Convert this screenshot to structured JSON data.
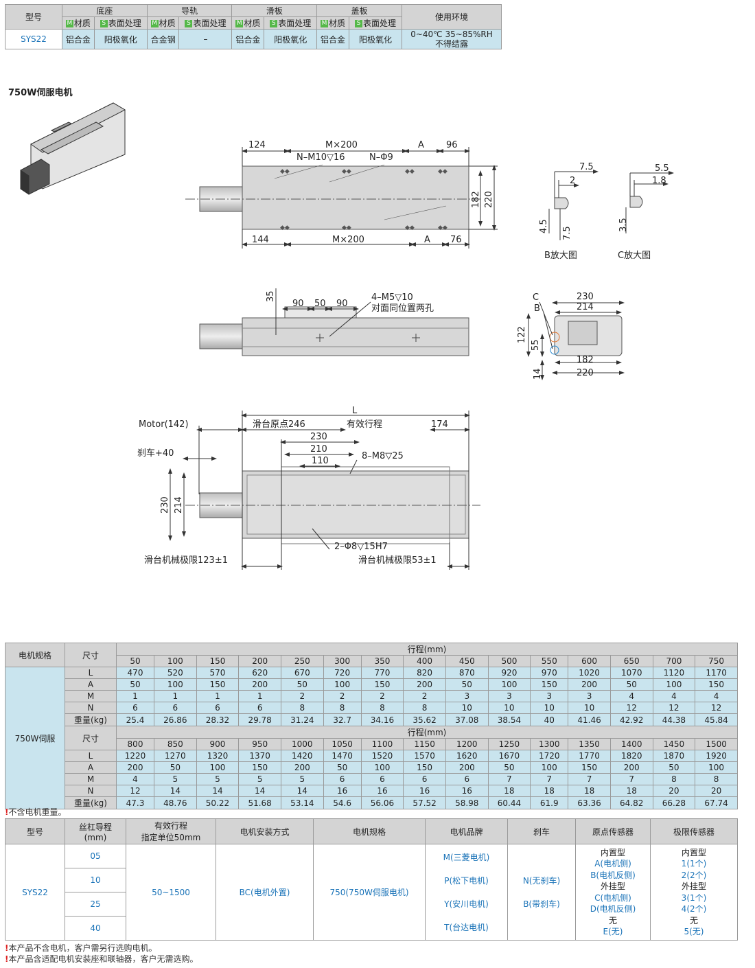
{
  "spec_table": {
    "header_model": "型号",
    "groups": [
      "底座",
      "导轨",
      "滑板",
      "盖板"
    ],
    "env_header": "使用环境",
    "sub": [
      "材质",
      "表面处理",
      "材质",
      "表面处理",
      "材质",
      "表面处理",
      "材质",
      "表面处理"
    ],
    "m_tag": "M",
    "s_tag": "S",
    "model": "SYS22",
    "values": [
      "铝合金",
      "阳极氧化",
      "合金钢",
      "–",
      "铝合金",
      "阳极氧化",
      "铝合金",
      "阳极氧化"
    ],
    "env_line1": "0~40℃ 35~85%RH",
    "env_line2": "不得结露"
  },
  "section_title": "750W伺服电机",
  "drawing": {
    "top_view": {
      "d124": "124",
      "mx200_top": "M×200",
      "a_top": "A",
      "d96": "96",
      "n_m10": "N–M10▽16",
      "n_phi9": "N–Φ9",
      "d182": "182",
      "d220": "220",
      "d144": "144",
      "mx200_bot": "M×200",
      "a_bot": "A",
      "d76": "76"
    },
    "detail_b": {
      "d7_5": "7.5",
      "d2": "2",
      "d4_5": "4.5",
      "d7_5b": "7.5",
      "label": "B放大图"
    },
    "detail_c": {
      "d5_5": "5.5",
      "d1_8": "1.8",
      "d3_5": "3.5",
      "label": "C放大图"
    },
    "side_view": {
      "d35": "35",
      "d90a": "90",
      "d50": "50",
      "d90b": "90",
      "m5": "4–M5▽10",
      "note": "对面同位置两孔"
    },
    "end_view": {
      "c": "C",
      "b": "B",
      "d230": "230",
      "d214": "214",
      "d122": "122",
      "d55": "55",
      "d14": "14",
      "d182": "182",
      "d220": "220"
    },
    "front_view": {
      "L": "L",
      "motor": "Motor(142)",
      "origin": "滑台原点246",
      "stroke": "有效行程",
      "d174": "174",
      "d230": "230",
      "d210": "210",
      "d110": "110",
      "m8": "8–M8▽25",
      "brake": "刹车+40",
      "h230": "230",
      "h214": "214",
      "phi8": "2–Φ8▽15H7",
      "limit_left": "滑台机械极限123±1",
      "limit_right": "滑台机械极限53±1"
    }
  },
  "dims_table": {
    "motor_header": "电机规格",
    "size_header": "尺寸",
    "stroke_header": "行程(mm)",
    "motor": "750W伺服",
    "rows": [
      "L",
      "A",
      "M",
      "N",
      "重量(kg)"
    ],
    "block1": {
      "strokes": [
        "50",
        "100",
        "150",
        "200",
        "250",
        "300",
        "350",
        "400",
        "450",
        "500",
        "550",
        "600",
        "650",
        "700",
        "750"
      ],
      "L": [
        "470",
        "520",
        "570",
        "620",
        "670",
        "720",
        "770",
        "820",
        "870",
        "920",
        "970",
        "1020",
        "1070",
        "1120",
        "1170"
      ],
      "A": [
        "50",
        "100",
        "150",
        "200",
        "50",
        "100",
        "150",
        "200",
        "50",
        "100",
        "150",
        "200",
        "50",
        "100",
        "150"
      ],
      "M": [
        "1",
        "1",
        "1",
        "1",
        "2",
        "2",
        "2",
        "2",
        "3",
        "3",
        "3",
        "3",
        "4",
        "4",
        "4"
      ],
      "N": [
        "6",
        "6",
        "6",
        "6",
        "8",
        "8",
        "8",
        "8",
        "10",
        "10",
        "10",
        "10",
        "12",
        "12",
        "12"
      ],
      "W": [
        "25.4",
        "26.86",
        "28.32",
        "29.78",
        "31.24",
        "32.7",
        "34.16",
        "35.62",
        "37.08",
        "38.54",
        "40",
        "41.46",
        "42.92",
        "44.38",
        "45.84"
      ]
    },
    "block2": {
      "strokes": [
        "800",
        "850",
        "900",
        "950",
        "1000",
        "1050",
        "1100",
        "1150",
        "1200",
        "1250",
        "1300",
        "1350",
        "1400",
        "1450",
        "1500"
      ],
      "L": [
        "1220",
        "1270",
        "1320",
        "1370",
        "1420",
        "1470",
        "1520",
        "1570",
        "1620",
        "1670",
        "1720",
        "1770",
        "1820",
        "1870",
        "1920"
      ],
      "A": [
        "200",
        "50",
        "100",
        "150",
        "200",
        "50",
        "100",
        "150",
        "200",
        "50",
        "100",
        "150",
        "200",
        "50",
        "100"
      ],
      "M": [
        "4",
        "5",
        "5",
        "5",
        "5",
        "6",
        "6",
        "6",
        "6",
        "7",
        "7",
        "7",
        "7",
        "8",
        "8"
      ],
      "N": [
        "12",
        "14",
        "14",
        "14",
        "14",
        "16",
        "16",
        "16",
        "16",
        "18",
        "18",
        "18",
        "18",
        "20",
        "20"
      ],
      "W": [
        "47.3",
        "48.76",
        "50.22",
        "51.68",
        "53.14",
        "54.6",
        "56.06",
        "57.52",
        "58.98",
        "60.44",
        "61.9",
        "63.36",
        "64.82",
        "66.28",
        "67.74"
      ]
    },
    "note": "不含电机重量。"
  },
  "order_table": {
    "headers": [
      "型号",
      "丝杠导程\n(mm)",
      "有效行程\n指定单位50mm",
      "电机安装方式",
      "电机规格",
      "电机品牌",
      "刹车",
      "原点传感器",
      "极限传感器"
    ],
    "model": "SYS22",
    "leads": [
      "05",
      "10",
      "25",
      "40"
    ],
    "stroke": "50~1500",
    "mount_code": "BC",
    "mount_text": "(电机外置)",
    "spec_code": "750",
    "spec_text": "(750W伺服电机)",
    "brands": [
      [
        "M",
        "(三菱电机)"
      ],
      [
        "P",
        "(松下电机)"
      ],
      [
        "Y",
        "(安川电机)"
      ],
      [
        "T",
        "(台达电机)"
      ]
    ],
    "brakes": [
      [
        "N",
        "(无刹车)"
      ],
      [
        "B",
        "(带刹车)"
      ]
    ],
    "origin": {
      "inner": "内置型",
      "a": [
        "A",
        "(电机侧)"
      ],
      "b": [
        "B",
        "(电机反侧)"
      ],
      "outer": "外挂型",
      "c": [
        "C",
        "(电机侧)"
      ],
      "d": [
        "D",
        "(电机反侧)"
      ],
      "none": "无",
      "e": [
        "E",
        "(无)"
      ]
    },
    "limit": {
      "inner": "内置型",
      "v1": [
        "1",
        "(1个)"
      ],
      "v2": [
        "2",
        "(2个)"
      ],
      "outer": "外挂型",
      "v3": [
        "3",
        "(1个)"
      ],
      "v4": [
        "4",
        "(2个)"
      ],
      "none": "无",
      "v5": [
        "5",
        "(无)"
      ]
    }
  },
  "notes": [
    "本产品不含电机，客户需另行选购电机。",
    "本产品含适配电机安装座和联轴器，客户无需选购。"
  ],
  "note_icon": "!"
}
